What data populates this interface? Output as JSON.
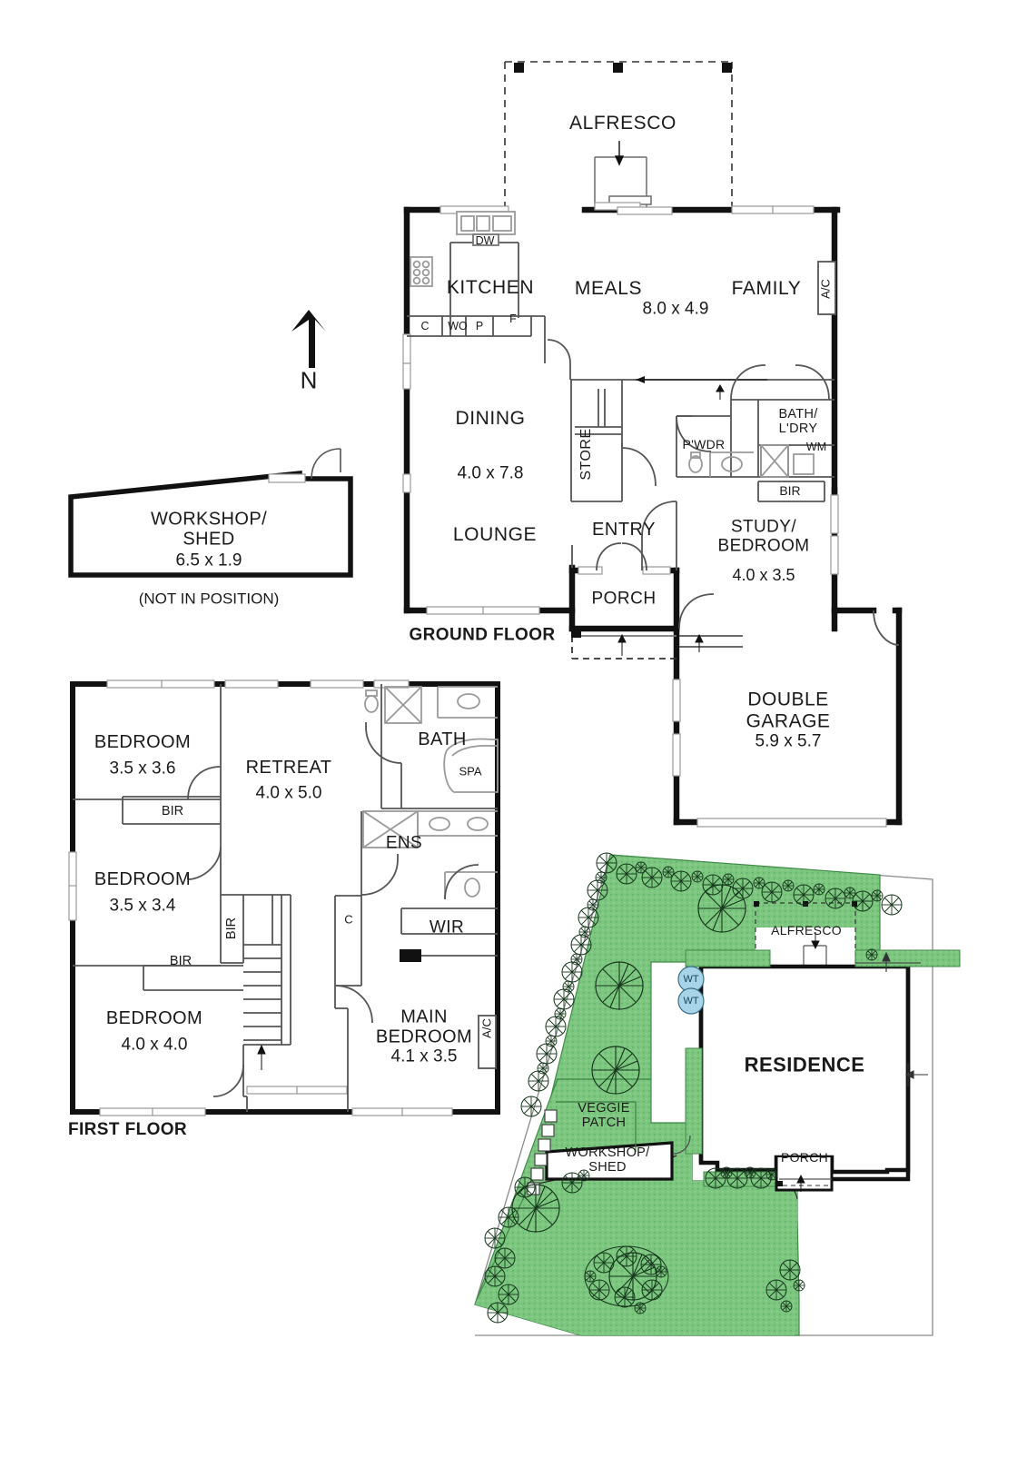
{
  "document": {
    "type": "real-estate-floorplan",
    "north_arrow_label": "N"
  },
  "colors": {
    "wall": "#111111",
    "thin_line": "#555555",
    "garden_green": "#7cc67f",
    "garden_green_stroke": "#3f8a47",
    "water_tank_blue": "#a8d4e8",
    "text": "#1a1a1a",
    "white": "#ffffff"
  },
  "ground_floor": {
    "title": "GROUND FLOOR",
    "rooms": [
      {
        "name": "ALFRESCO",
        "label": "ALFRESCO",
        "dims": ""
      },
      {
        "name": "KITCHEN",
        "label": "KITCHEN",
        "dims": ""
      },
      {
        "name": "MEALS",
        "label": "MEALS",
        "dims": ""
      },
      {
        "name": "FAMILY",
        "label": "FAMILY",
        "dims": "8.0 x 4.9"
      },
      {
        "name": "DINING",
        "label": "DINING",
        "dims": "4.0 x 7.8"
      },
      {
        "name": "LOUNGE",
        "label": "LOUNGE",
        "dims": ""
      },
      {
        "name": "STORE",
        "label": "STORE",
        "dims": ""
      },
      {
        "name": "ENTRY",
        "label": "ENTRY",
        "dims": ""
      },
      {
        "name": "PORCH",
        "label": "PORCH",
        "dims": ""
      },
      {
        "name": "PWDR",
        "label": "P'WDR",
        "dims": ""
      },
      {
        "name": "BATH_LDRY",
        "label": "BATH/\nL'DRY",
        "dims": ""
      },
      {
        "name": "STUDY_BEDROOM",
        "label": "STUDY/\nBEDROOM",
        "dims": "4.0 x 3.5"
      },
      {
        "name": "DOUBLE_GARAGE",
        "label": "DOUBLE\nGARAGE",
        "dims": "5.9 x 5.7"
      }
    ],
    "annotations": {
      "dw": "DW",
      "c": "C",
      "wo": "WO",
      "p": "P",
      "f": "F",
      "ac": "A/C",
      "wm": "WM",
      "bir": "BIR"
    }
  },
  "workshop_detached": {
    "label": "WORKSHOP/\nSHED",
    "dims": "6.5 x 1.9",
    "note": "(NOT IN POSITION)"
  },
  "first_floor": {
    "title": "FIRST FLOOR",
    "rooms": [
      {
        "name": "BEDROOM_2",
        "label": "BEDROOM",
        "dims": "3.5 x 3.6"
      },
      {
        "name": "BEDROOM_3",
        "label": "BEDROOM",
        "dims": "3.5 x 3.4"
      },
      {
        "name": "BEDROOM_4",
        "label": "BEDROOM",
        "dims": "4.0 x 4.0"
      },
      {
        "name": "RETREAT",
        "label": "RETREAT",
        "dims": "4.0 x 5.0"
      },
      {
        "name": "BATH",
        "label": "BATH",
        "dims": ""
      },
      {
        "name": "ENS",
        "label": "ENS",
        "dims": ""
      },
      {
        "name": "WIR",
        "label": "WIR",
        "dims": ""
      },
      {
        "name": "MAIN_BEDROOM",
        "label": "MAIN\nBEDROOM",
        "dims": "4.1 x 3.5"
      }
    ],
    "annotations": {
      "bir1": "BIR",
      "bir2": "BIR",
      "bir3": "BIR",
      "spa": "SPA",
      "c": "C",
      "ac": "A/C"
    }
  },
  "site_plan": {
    "labels": {
      "residence": "RESIDENCE",
      "alfresco": "ALFRESCO",
      "porch": "PORCH",
      "veggie_patch": "VEGGIE\nPATCH",
      "workshop_shed": "WORKSHOP/\nSHED",
      "water_tank_1": "WT",
      "water_tank_2": "WT"
    }
  }
}
